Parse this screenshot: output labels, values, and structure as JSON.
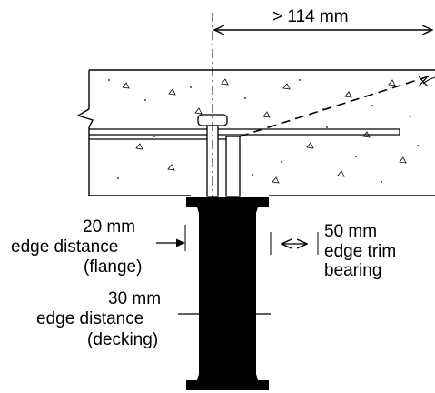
{
  "dimension_top": "> 114 mm",
  "flange_distance": {
    "line1": "20 mm",
    "line2": "edge distance",
    "line3": "(flange)"
  },
  "decking_distance": {
    "line1": "30 mm",
    "line2": "edge distance",
    "line3": "(decking)"
  },
  "trim_bearing": {
    "line1": "50 mm",
    "line2": "edge trim",
    "line3": "bearing"
  }
}
